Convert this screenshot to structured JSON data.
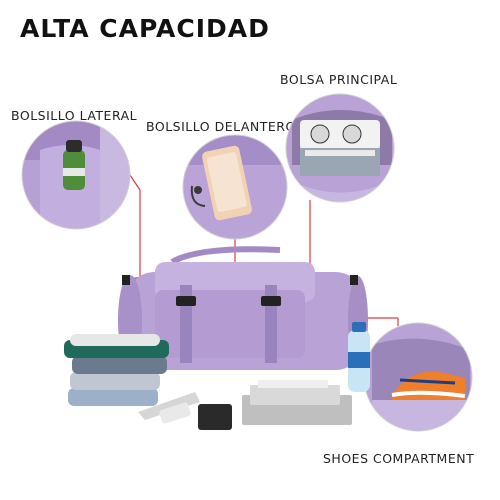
{
  "title": "ALTA CAPACIDAD",
  "labels": {
    "side_pocket": "BOLSILLO LATERAL",
    "front_pocket": "BOLSILLO DELANTERO",
    "main_bag": "BOLSA PRINCIPAL",
    "shoes": "SHOES COMPARTMENT"
  },
  "colors": {
    "bag_purple": "#b9a2d6",
    "bag_dark": "#9a84bd",
    "callout_red": "#d8333a",
    "pointer": "#cc2027"
  }
}
